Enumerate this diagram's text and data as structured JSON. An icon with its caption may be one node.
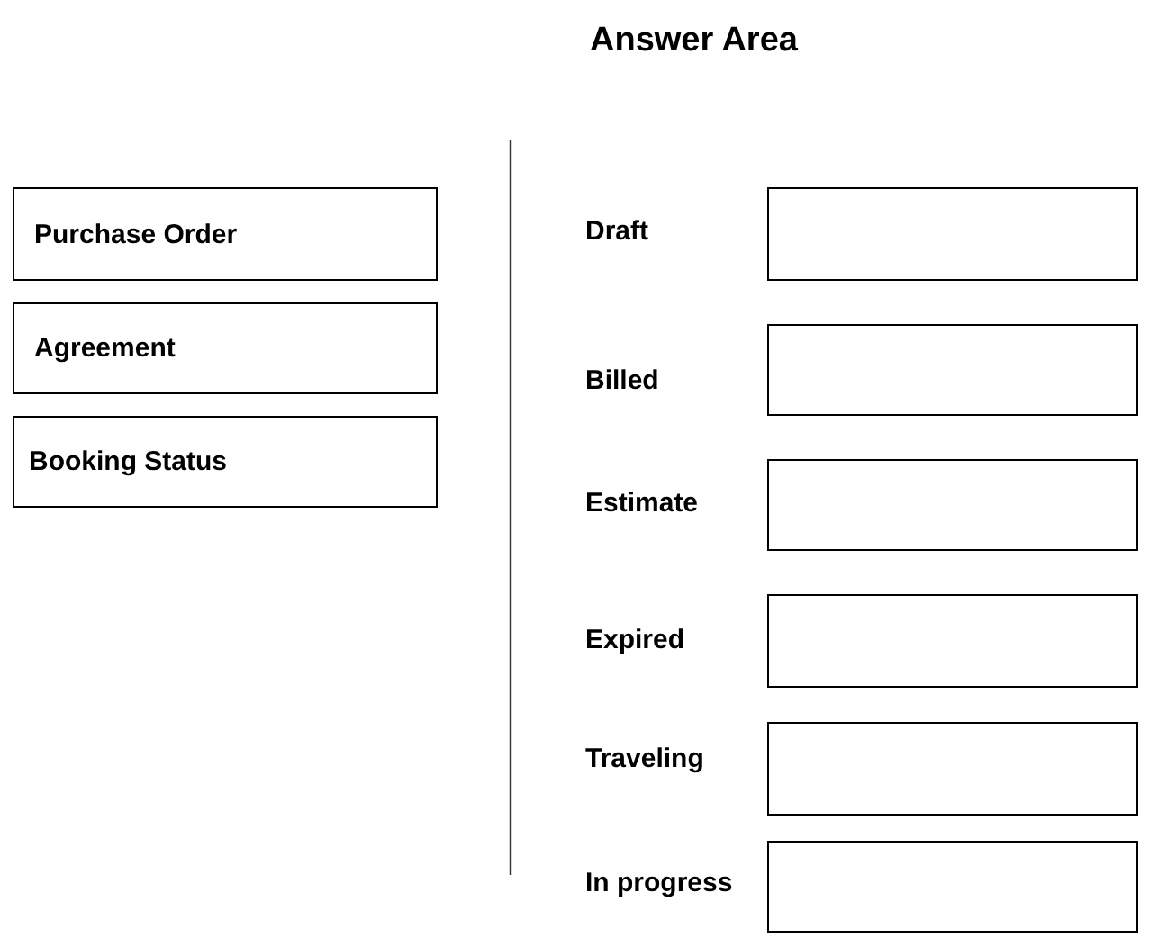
{
  "diagram": {
    "title": "Answer Area",
    "nodes": [
      {
        "text": [
          "Purchase Order"
        ]
      },
      {
        "text": [
          "Agreement"
        ]
      },
      {
        "text": [
          "Booking Status"
        ]
      },
      {
        "text": [],
        "shape": "box"
      },
      {
        "text": [],
        "shape": "box"
      },
      {
        "text": [],
        "shape": "box"
      },
      {
        "text": [],
        "shape": "box"
      },
      {
        "text": [],
        "shape": "box"
      },
      {
        "text": [],
        "shape": "box"
      }
    ],
    "edges": [],
    "labels": [
      "Draft",
      "Billed",
      "Estimate",
      "Expired",
      "Traveling",
      "In progress"
    ]
  }
}
